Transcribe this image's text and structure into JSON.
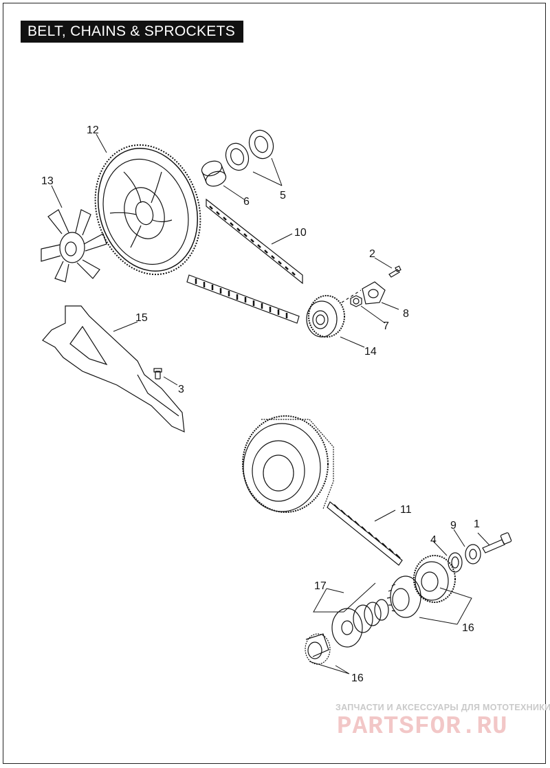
{
  "title": "BELT, CHAINS & SPROCKETS",
  "callouts": [
    {
      "id": "1",
      "text": "1"
    },
    {
      "id": "2",
      "text": "2"
    },
    {
      "id": "3",
      "text": "3"
    },
    {
      "id": "4",
      "text": "4"
    },
    {
      "id": "5",
      "text": "5"
    },
    {
      "id": "6",
      "text": "6"
    },
    {
      "id": "7",
      "text": "7"
    },
    {
      "id": "8",
      "text": "8"
    },
    {
      "id": "9",
      "text": "9"
    },
    {
      "id": "10",
      "text": "10"
    },
    {
      "id": "11",
      "text": "11"
    },
    {
      "id": "12",
      "text": "12"
    },
    {
      "id": "13",
      "text": "13"
    },
    {
      "id": "14",
      "text": "14"
    },
    {
      "id": "15",
      "text": "15"
    },
    {
      "id": "16a",
      "text": "16"
    },
    {
      "id": "16b",
      "text": "16"
    },
    {
      "id": "17",
      "text": "17"
    }
  ],
  "watermark": {
    "tagline": "ЗАПЧАСТИ И АКСЕССУАРЫ ДЛЯ МОТОТЕХНИКИ",
    "logo": "PARTSFOR.RU"
  },
  "colors": {
    "line": "#111111",
    "title_bg": "#111111",
    "title_text": "#ffffff",
    "watermark_red": "#f2c7c7",
    "watermark_gray": "#c9c9c9"
  }
}
